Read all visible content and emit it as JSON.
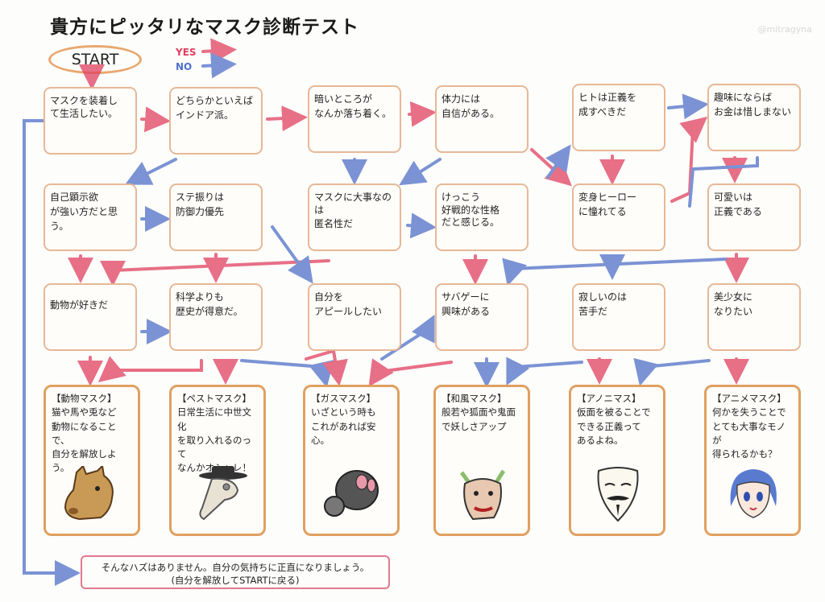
{
  "title": "貴方にピッタリなマスク診断テスト",
  "credit": "@mitragyna",
  "start": "START",
  "legend": {
    "yes": "YES",
    "no": "NO"
  },
  "questions": {
    "q1": {
      "a": "マスクを装着し",
      "b": "て生活したい。"
    },
    "q2": {
      "a": "どちらかといえば",
      "b": "インドア派。"
    },
    "q3": {
      "a": "暗いところが",
      "b": "なんか落ち着く。"
    },
    "q4": {
      "a": "体力には",
      "b": "自信がある。"
    },
    "q5": {
      "a": "ヒトは正義を",
      "b": "成すべきだ"
    },
    "q6": {
      "a": "趣味にならば",
      "b": "お金は惜しまない"
    },
    "q7": {
      "a": "自己顕示欲",
      "b": "が強い方だと思う。"
    },
    "q8": {
      "a": "ステ振りは",
      "b": "防御力優先"
    },
    "q9": {
      "a": "マスクに大事なのは",
      "b": "匿名性だ"
    },
    "q10": {
      "a": "けっこう",
      "b": "好戦的な性格",
      "c": "だと感じる。"
    },
    "q11": {
      "a": "変身ヒーロー",
      "b": "に憧れてる"
    },
    "q12": {
      "a": "可愛いは",
      "b": "正義である"
    },
    "q13": {
      "a": "動物が好きだ"
    },
    "q14": {
      "a": "科学よりも",
      "b": "歴史が得意だ。"
    },
    "q15": {
      "a": "自分を",
      "b": "アピールしたい"
    },
    "q16": {
      "a": "サバゲーに",
      "b": "興味がある"
    },
    "q17": {
      "a": "寂しいのは",
      "b": "苦手だ"
    },
    "q18": {
      "a": "美少女に",
      "b": "なりたい"
    }
  },
  "results": [
    {
      "title": "【動物マスク】",
      "lines": [
        "猫や馬や兎など",
        "動物になることで、",
        "自分を解放しよう。"
      ],
      "icon": "horse-mask-icon"
    },
    {
      "title": "【ペストマスク】",
      "lines": [
        "日常生活に中世文化",
        "を取り入れるのって",
        "なんかオシャレ！"
      ],
      "icon": "plague-doctor-mask-icon"
    },
    {
      "title": "【ガスマスク】",
      "lines": [
        "いざという時も",
        "これがあれば安心。"
      ],
      "icon": "gas-mask-icon"
    },
    {
      "title": "【和風マスク】",
      "lines": [
        "般若や狐面や鬼面",
        "で妖しさアップ"
      ],
      "icon": "oni-mask-icon"
    },
    {
      "title": "【アノニマス】",
      "lines": [
        "仮面を被ることで",
        "できる正義って",
        "あるよね。"
      ],
      "icon": "guy-fawkes-mask-icon"
    },
    {
      "title": "【アニメマスク】",
      "lines": [
        "何かを失うことで",
        "とても大事なモノが",
        "得られるかも？"
      ],
      "icon": "anime-girl-mask-icon"
    }
  ],
  "note": {
    "line1": "そんなハズはありません。自分の気持ちに正直になりましょう。",
    "line2": "(自分を解放してSTARTに戻る)"
  },
  "colors": {
    "yes": "#e04060",
    "no": "#5070c8",
    "box_border": "#e6b896",
    "result_border": "#e0a060"
  }
}
